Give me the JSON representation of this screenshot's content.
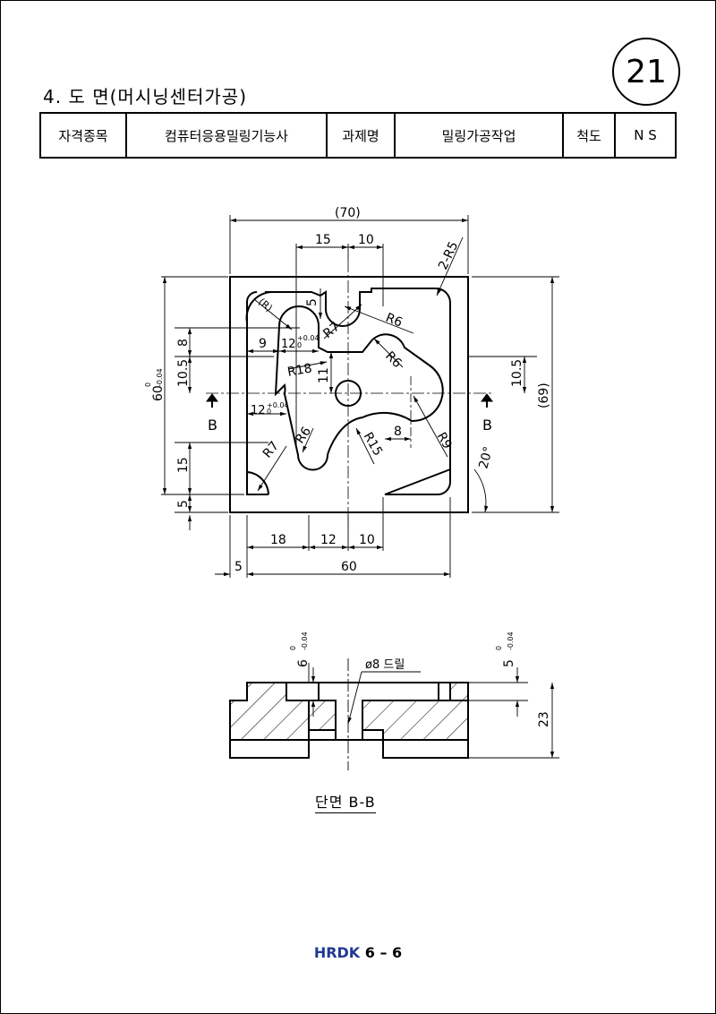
{
  "problem_number": "21",
  "section_title": "4. 도  면(머시닝센터가공)",
  "info_table": {
    "qualification_label": "자격종목",
    "qualification_value": "컴퓨터응용밀링기능사",
    "task_label": "과제명",
    "task_value": "밀링가공작업",
    "scale_label": "척도",
    "scale_value": "N S"
  },
  "top_view_dims": {
    "overall_width": "(70)",
    "dim_15": "15",
    "dim_10_top": "10",
    "corner_radius": "2-R5",
    "dim_5_top": "5",
    "dim_R": "(R)",
    "dim_12_tol": "12",
    "dim_R7_top": "R7",
    "dim_R6_right": "R6",
    "dim_R6_mid": "R6",
    "dim_8_left": "8",
    "dim_9": "9",
    "dim_10_5_left": "10.5",
    "dim_R18": "R18",
    "dim_11": "11",
    "dim_10_5_right": "10.5",
    "overall_height_ref": "(69)",
    "height_60_tol": "60",
    "dim_12_tol_lower": "12",
    "section_mark_left": "B",
    "section_mark_right": "B",
    "dim_R6_lower": "R6",
    "dim_R7_lower": "R7",
    "dim_R15": "R15",
    "dim_8_lower": "8",
    "dim_R9": "R9",
    "angle_20": "20°",
    "dim_15_left": "15",
    "dim_5_left": "5",
    "bottom_18": "18",
    "bottom_12": "12",
    "bottom_10": "10",
    "bottom_5": "5",
    "bottom_60": "60",
    "tol_upper": "0",
    "tol_lower": "-0.04",
    "tol_plus": "+0.04"
  },
  "section_view_dims": {
    "depth_6_tol": "6",
    "depth_5_tol": "5",
    "drill": "ø8 드릴",
    "thickness_23": "23",
    "caption": "단면 B-B"
  },
  "footer": {
    "logo": "HRDK",
    "page": "6  –  6"
  }
}
